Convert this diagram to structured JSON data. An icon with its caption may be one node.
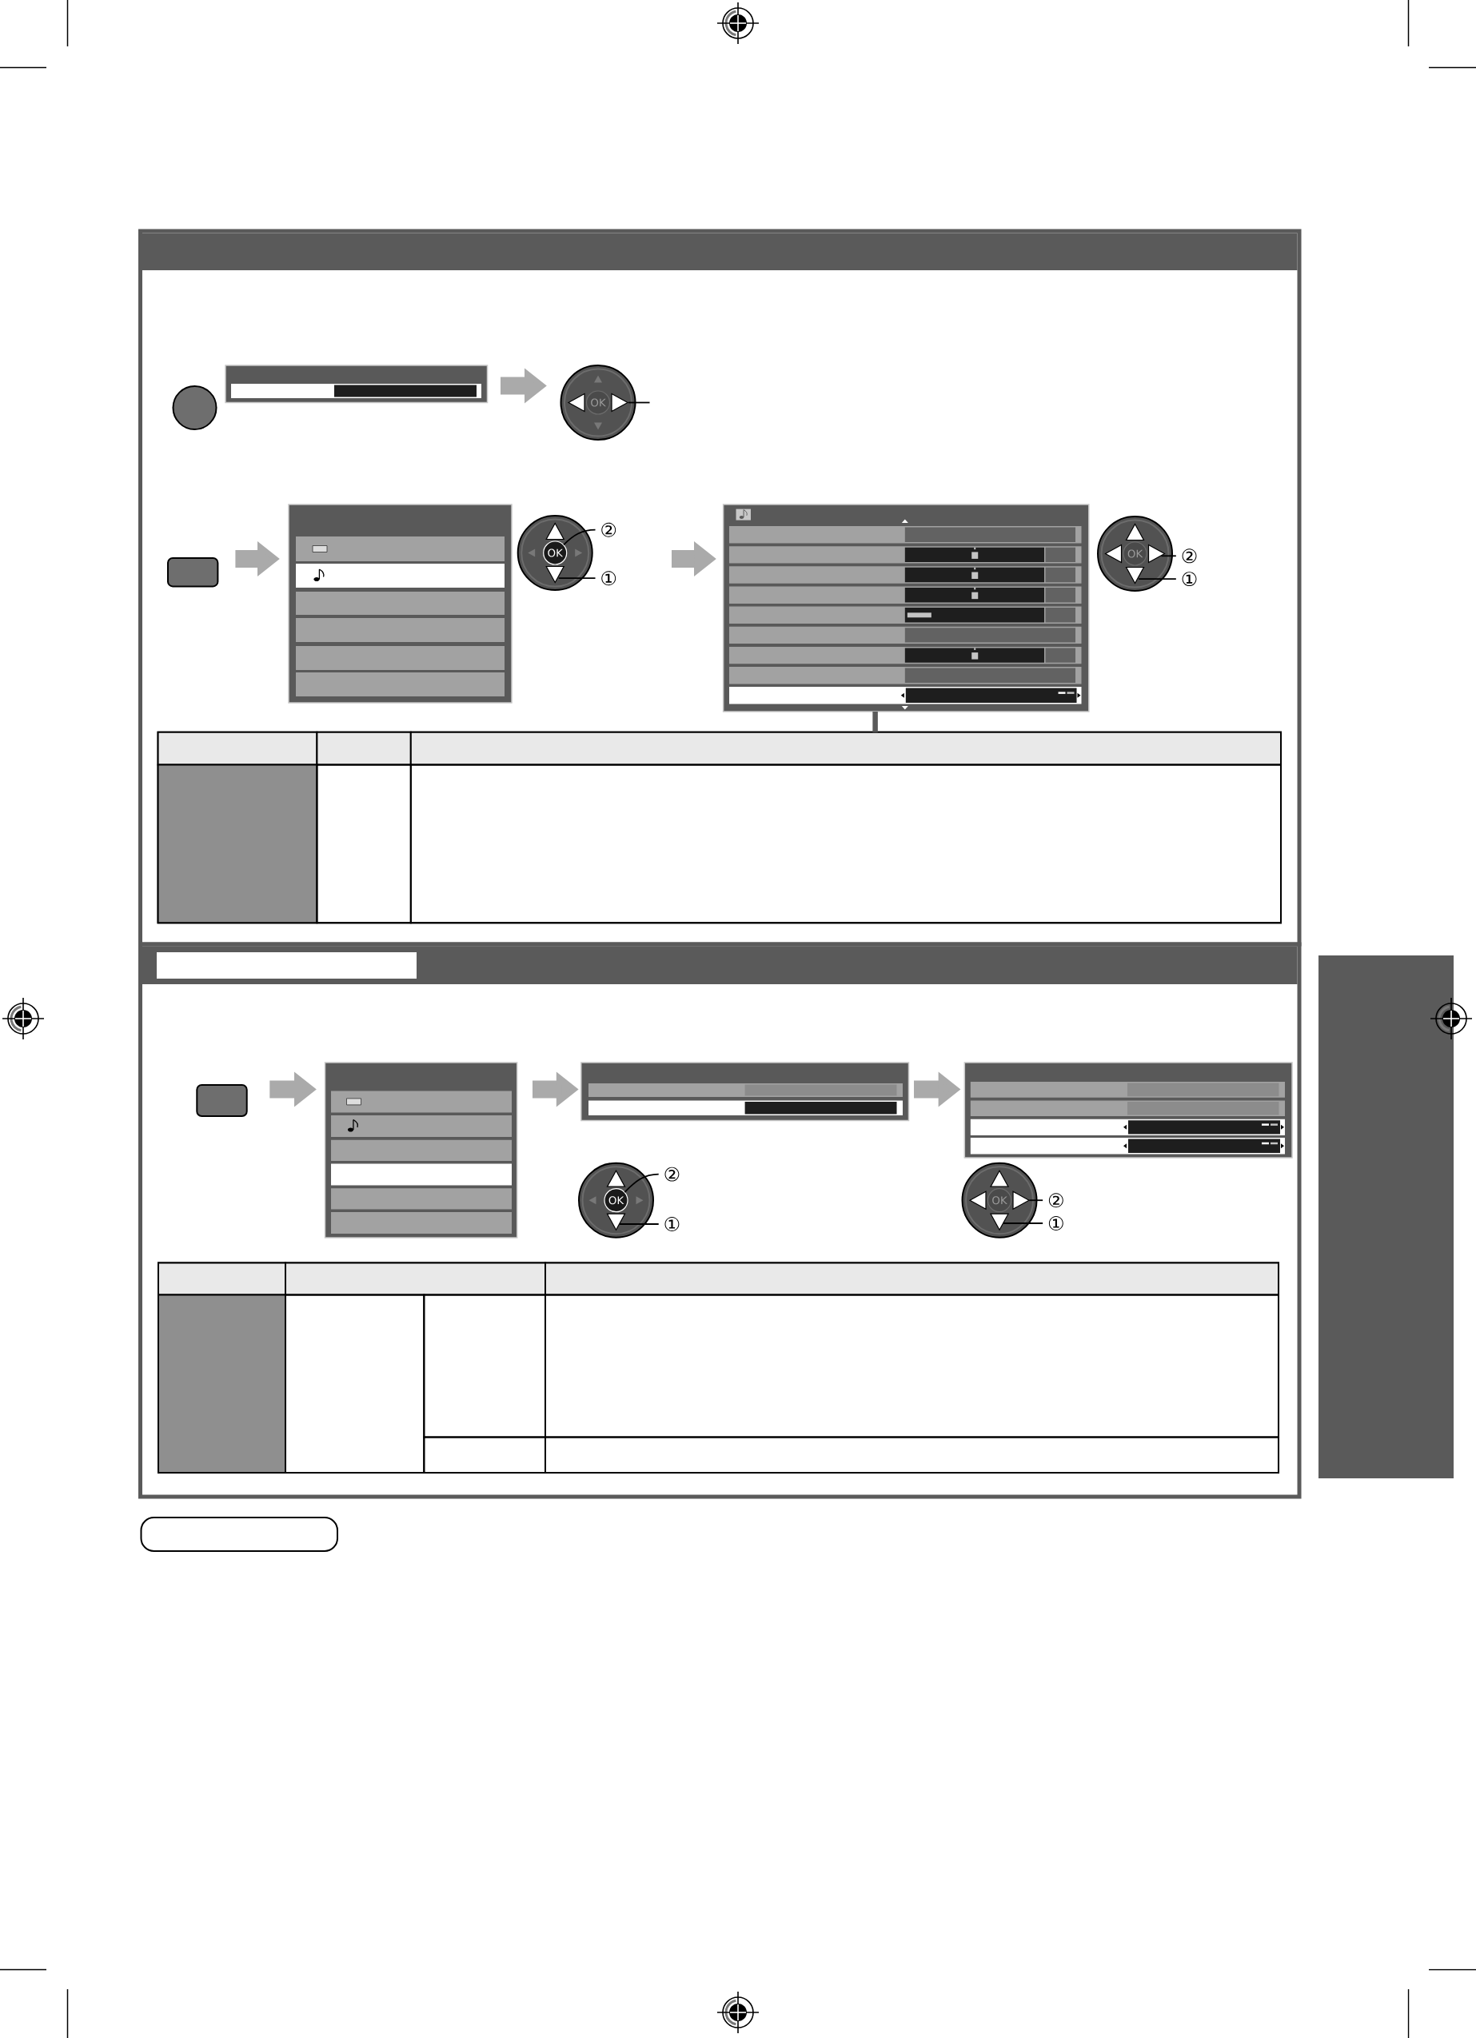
{
  "diagram": {
    "nodes": [
      {
        "text": [],
        "shape": "box"
      },
      {
        "text": [],
        "shape": "circle",
        "in": 0
      },
      {
        "text": [],
        "shape": "box",
        "in": 0
      },
      {
        "text": [
          "OK"
        ],
        "in": 0
      },
      {
        "text": [],
        "shape": "box",
        "in": 0
      },
      {
        "text": [],
        "shape": "box",
        "in": 0
      },
      {
        "text": [
          "OK"
        ],
        "in": 0
      },
      {
        "text": [
          "②"
        ],
        "in": 0
      },
      {
        "text": [
          "①"
        ],
        "in": 0
      },
      {
        "text": [],
        "shape": "box",
        "in": 0
      },
      {
        "text": [
          "OK"
        ],
        "in": 0
      },
      {
        "text": [
          "②"
        ],
        "in": 0
      },
      {
        "text": [
          "①"
        ],
        "in": 0
      },
      {
        "text": [],
        "shape": "table",
        "in": 0
      },
      {
        "text": [],
        "shape": "box"
      },
      {
        "text": [],
        "shape": "box",
        "in": 14
      },
      {
        "text": [],
        "shape": "box",
        "in": 14
      },
      {
        "text": [],
        "shape": "box",
        "in": 14
      },
      {
        "text": [],
        "shape": "box",
        "in": 14
      },
      {
        "text": [
          "OK"
        ],
        "in": 14
      },
      {
        "text": [
          "②"
        ],
        "in": 14
      },
      {
        "text": [
          "①"
        ],
        "in": 14
      },
      {
        "text": [
          "OK"
        ],
        "in": 14
      },
      {
        "text": [
          "②"
        ],
        "in": 14
      },
      {
        "text": [
          "①"
        ],
        "in": 14
      },
      {
        "text": [],
        "shape": "table",
        "in": 14
      },
      {
        "text": [],
        "shape": "box"
      }
    ],
    "edges": [
      {
        "from": 2,
        "to": 3,
        "arrow": "to",
        "style": "thick",
        "color": "#aaaaaa"
      },
      {
        "from": 3,
        "to": null,
        "arrow": "none"
      },
      {
        "from": 4,
        "to": 5,
        "arrow": "to",
        "style": "thick",
        "color": "#aaaaaa"
      },
      {
        "from": 7,
        "to": 6,
        "arrow": "none"
      },
      {
        "from": 8,
        "to": 6,
        "arrow": "none"
      },
      {
        "from": null,
        "to": 9,
        "arrow": "to",
        "style": "thick",
        "color": "#aaaaaa"
      },
      {
        "from": 11,
        "to": 10,
        "arrow": "none"
      },
      {
        "from": 12,
        "to": 10,
        "arrow": "none"
      },
      {
        "from": 9,
        "to": 13,
        "arrow": "none",
        "style": "thick",
        "color": "#5a5a5a"
      },
      {
        "from": 15,
        "to": 16,
        "arrow": "to",
        "style": "thick",
        "color": "#aaaaaa"
      },
      {
        "from": 16,
        "to": 17,
        "arrow": "to",
        "style": "thick",
        "color": "#aaaaaa"
      },
      {
        "from": 17,
        "to": 18,
        "arrow": "to",
        "style": "thick",
        "color": "#aaaaaa"
      },
      {
        "from": 20,
        "to": 19,
        "arrow": "none"
      },
      {
        "from": 21,
        "to": 19,
        "arrow": "none"
      },
      {
        "from": 23,
        "to": 22,
        "arrow": "none"
      },
      {
        "from": 24,
        "to": 22,
        "arrow": "none"
      }
    ]
  }
}
